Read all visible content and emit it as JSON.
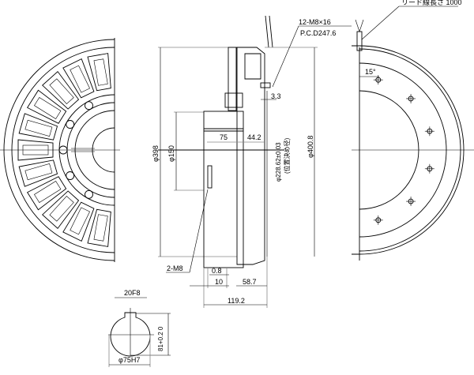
{
  "title": "Electromagnetic brake dimension drawing",
  "labels": {
    "lead_wire": "リード線長さ 1000",
    "bolts": "12-M8×16",
    "pcd": "P.C.D247.6",
    "angle": "15°",
    "dim_3_3": "3.3",
    "dim_75": "75",
    "dim_44_2": "44.2",
    "dia_398": "φ398",
    "dia_150": "φ150",
    "dia_228": "φ228.62±0.03",
    "dia_228_note": "(位置決め径)",
    "dia_400_8": "φ400.8",
    "tap_2_m8": "2-M8",
    "dim_0_8": "0.8",
    "dim_10": "10",
    "dim_58_7": "58.7",
    "dim_119_2": "119.2",
    "key_width": "20F8",
    "key_height": "81+0.2 0",
    "bore": "φ75H7"
  }
}
